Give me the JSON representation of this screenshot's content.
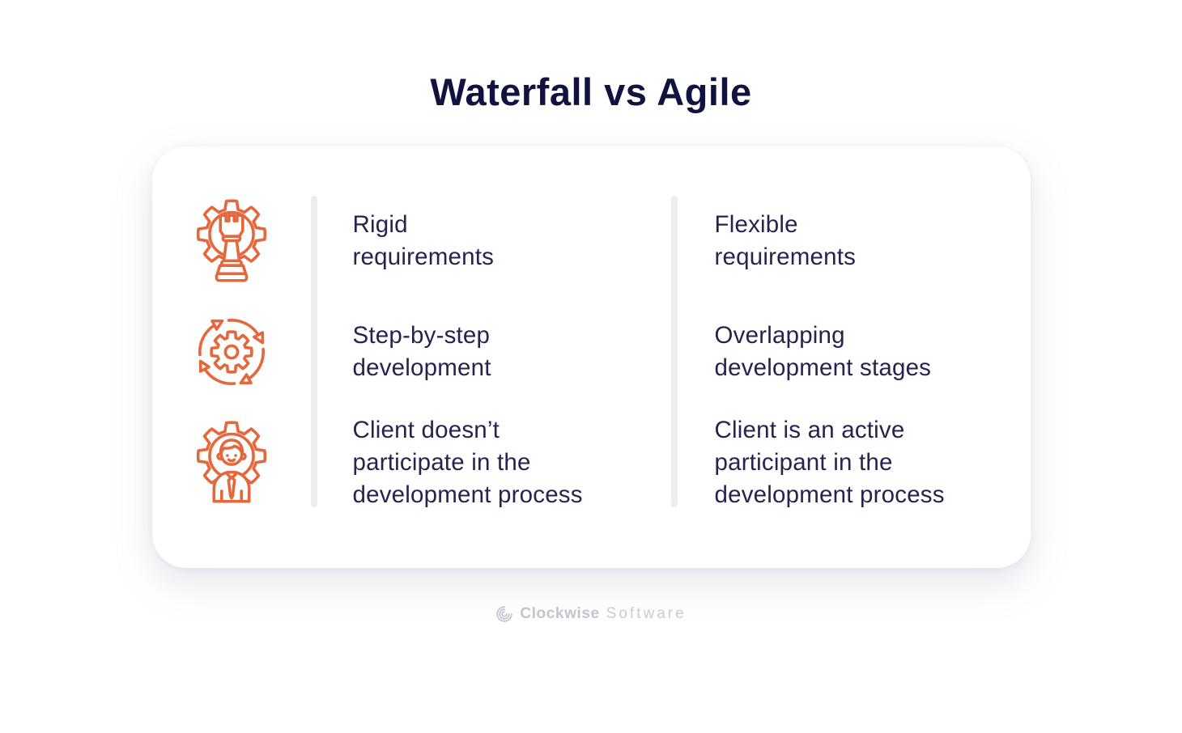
{
  "page": {
    "title": "Waterfall vs Agile"
  },
  "comparison": {
    "rows": [
      {
        "icon": "gear-chess-rook-icon",
        "waterfall": "Rigid\nrequirements",
        "agile": "Flexible\nrequirements"
      },
      {
        "icon": "gear-cycle-arrows-icon",
        "waterfall": "Step-by-step\ndevelopment",
        "agile": "Overlapping\ndevelopment stages"
      },
      {
        "icon": "gear-person-icon",
        "waterfall": "Client doesn’t\nparticipate in the\ndevelopment process",
        "agile": "Client is an active\nparticipant in the\ndevelopment process"
      }
    ]
  },
  "footer": {
    "logo_icon": "clockwise-swirl-icon",
    "brand_name_bold": "Clockwise",
    "brand_name_light": "Software"
  },
  "colors": {
    "accent_orange": "#E5673C",
    "title_navy": "#111240",
    "body_navy": "#262350",
    "divider_gray": "#EDEDF1",
    "brand_gray": "#C4C4CE"
  }
}
